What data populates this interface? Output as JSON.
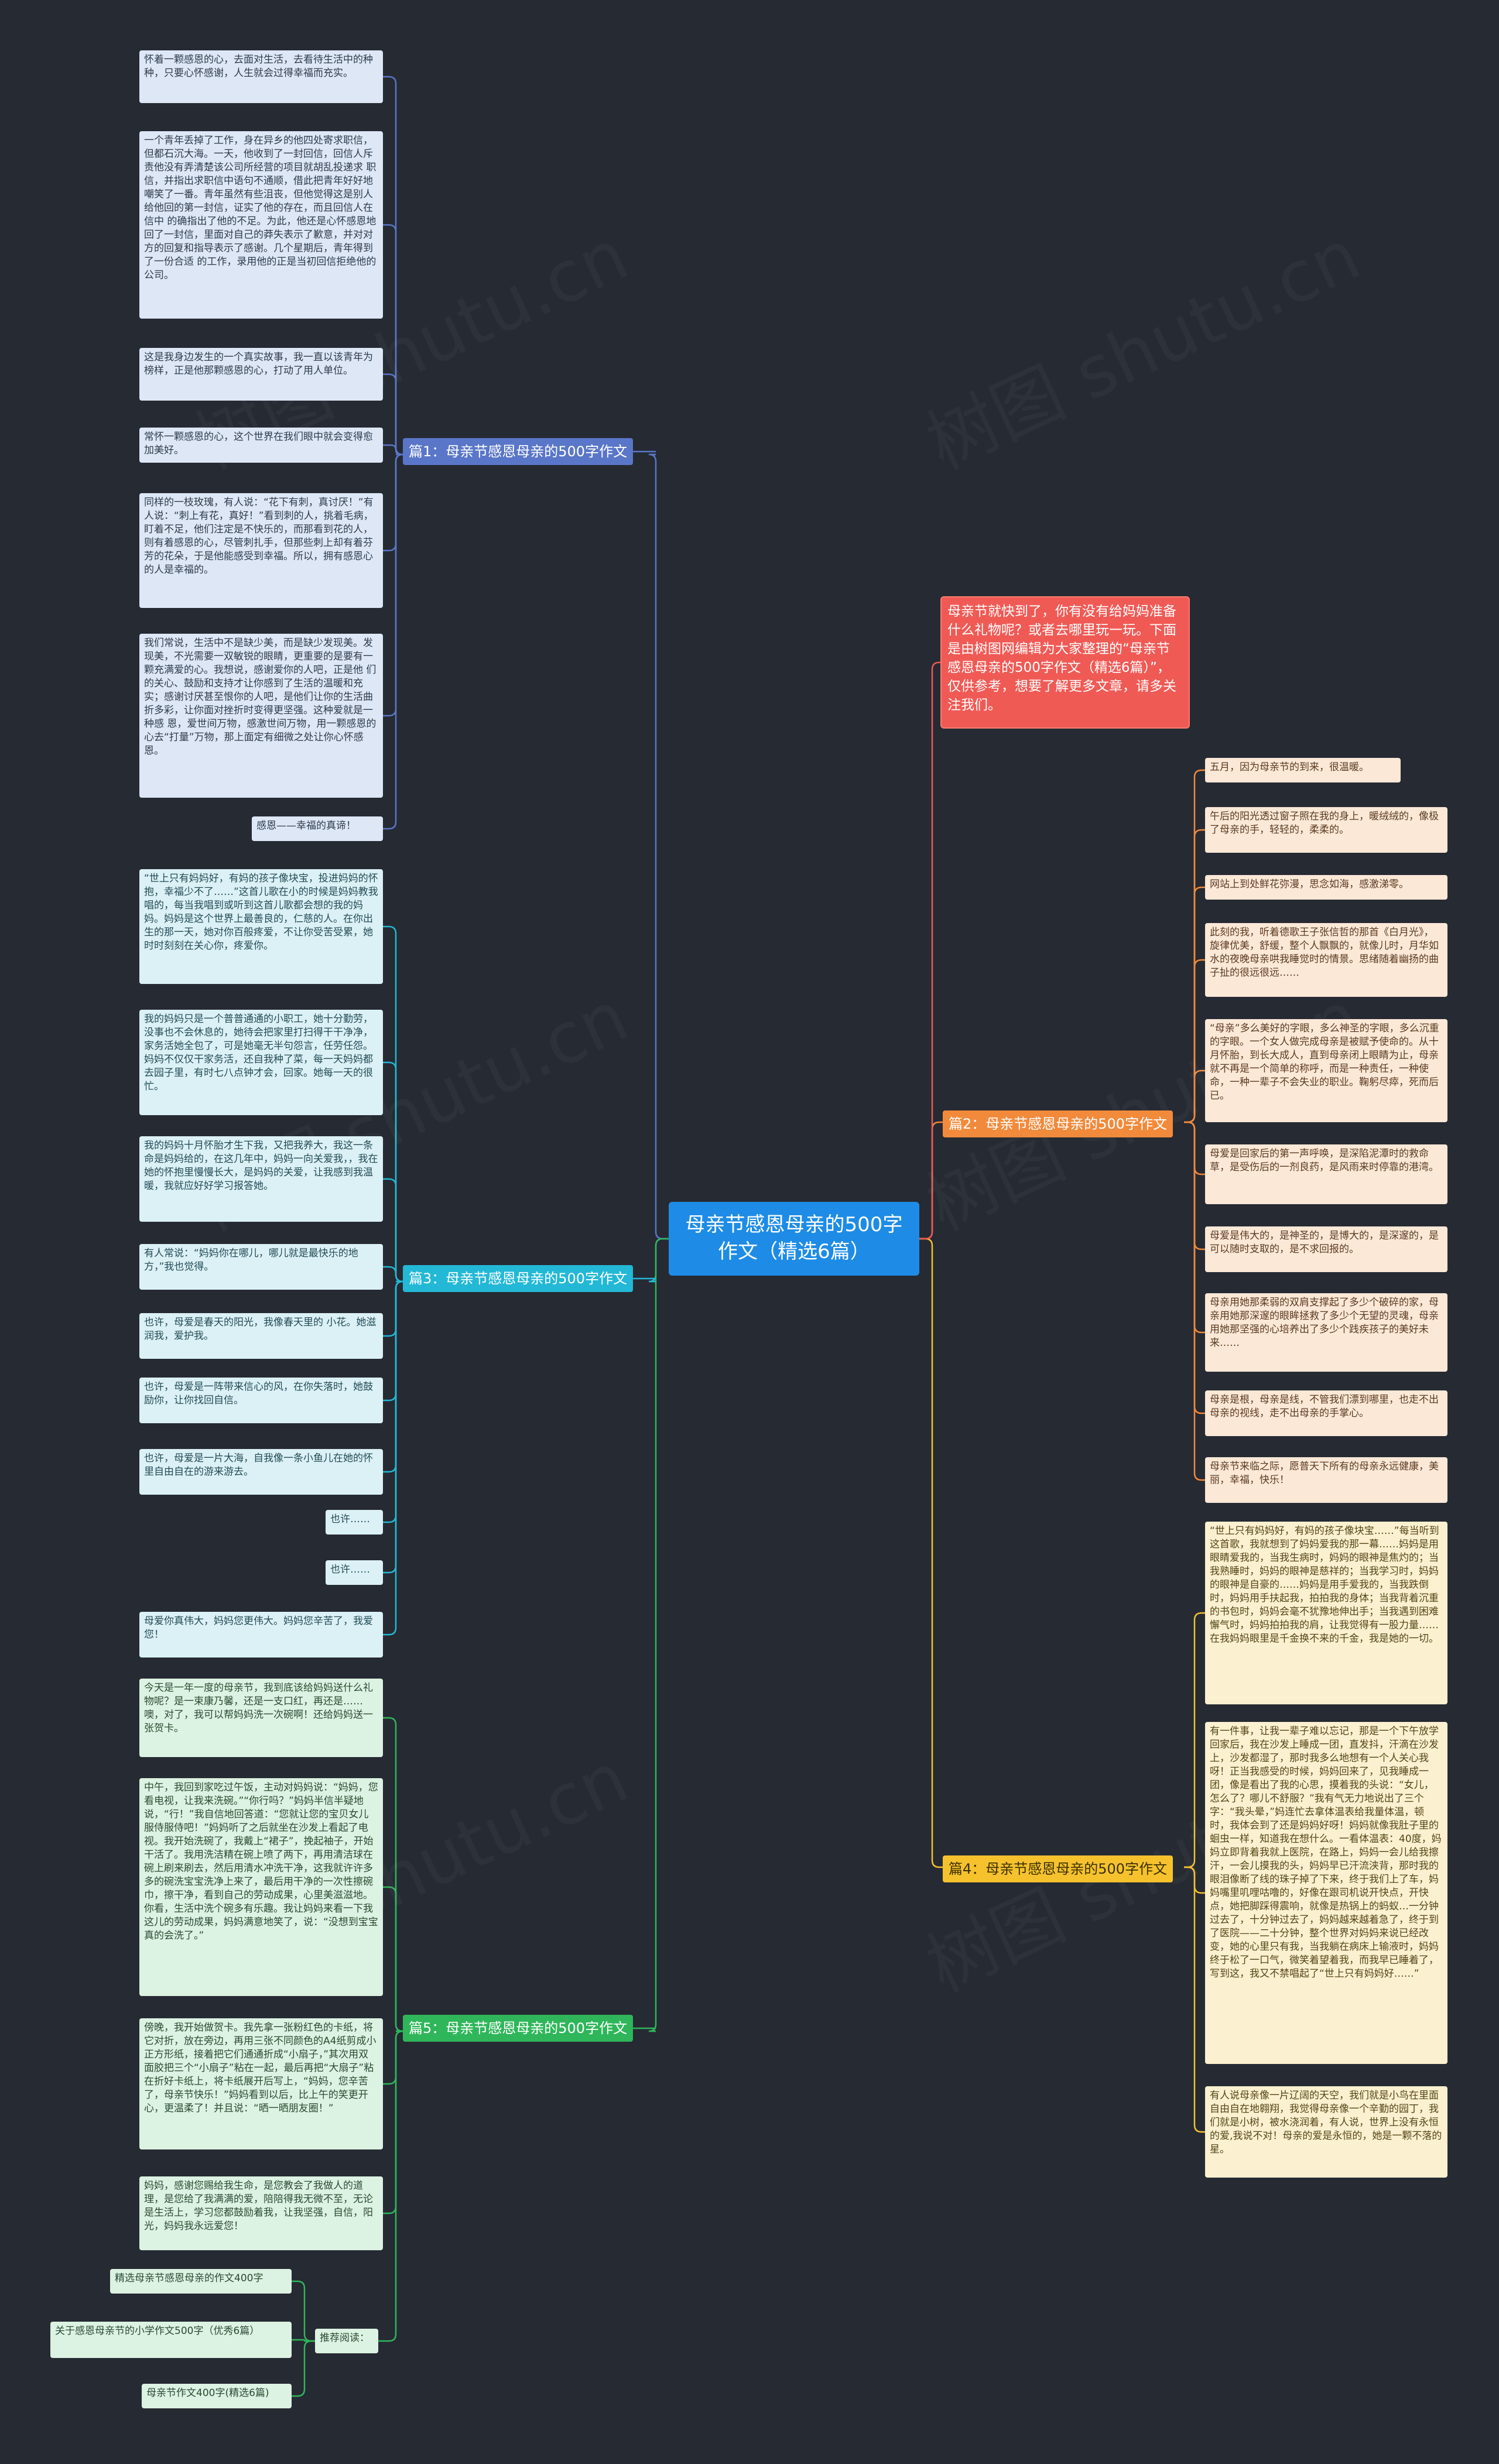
{
  "center": {
    "title": "母亲节感恩母亲的500字作文（精选6篇）"
  },
  "intro": {
    "text": "母亲节就快到了，你有没有给妈妈准备什么礼物呢？或者去哪里玩一玩。下面是由树图网编辑为大家整理的“母亲节感恩母亲的500字作文（精选6篇）”，仅供参考，想要了解更多文章，请多关注我们。"
  },
  "colors": {
    "background": "#262a33",
    "line_blue": "#5a76c8",
    "line_cyan": "#23b8d6",
    "line_green": "#2fb65a",
    "line_orange": "#f28a3b",
    "line_yellow": "#f5c22e",
    "intro": "#f05a55",
    "center": "#1e8ce6"
  },
  "branches": {
    "b1": {
      "label": "篇1：母亲节感恩母亲的500字作文",
      "leaves": [
        "怀着一颗感恩的心，去面对生活，去看待生活中的种种，只要心怀感谢，人生就会过得幸福而充实。",
        "一个青年丢掉了工作，身在异乡的他四处寄求职信，但都石沉大海。一天，他收到了一封回信，回信人斥责他没有弄清楚该公司所经营的项目就胡乱投递求 职信，并指出求职信中语句不通顺，借此把青年好好地嘲笑了一番。青年虽然有些沮丧，但他觉得这是别人给他回的第一封信，证实了他的存在，而且回信人在信中 的确指出了他的不足。为此，他还是心怀感恩地回了一封信，里面对自己的莽失表示了歉意，并对对方的回复和指导表示了感谢。几个星期后，青年得到了一份合适 的工作，录用他的正是当初回信拒绝他的公司。",
        "这是我身边发生的一个真实故事，我一直以该青年为榜样，正是他那颗感恩的心，打动了用人单位。",
        "常怀一颗感恩的心，这个世界在我们眼中就会变得愈加美好。",
        "同样的一枝玫瑰，有人说：“花下有刺，真讨厌！”有人说：“刺上有花，真好！”看到刺的人，挑着毛病，盯着不足，他们注定是不快乐的，而那看到花的人，则有着感恩的心，尽管刺扎手，但那些刺上却有着芬芳的花朵，于是他能感受到幸福。所以，拥有感恩心的人是幸福的。",
        "我们常说，生活中不是缺少美，而是缺少发现美。发现美，不光需要一双敏锐的眼睛，更重要的是要有一颗充满爱的心。我想说，感谢爱你的人吧，正是他 们的关心、鼓励和支持才让你感到了生活的温暖和充实；感谢讨厌甚至恨你的人吧，是他们让你的生活曲折多彩，让你面对挫折时变得更坚强。这种爱就是一种感 恩，爱世间万物，感激世间万物，用一颗感恩的心去“打量”万物，那上面定有细微之处让你心怀感恩。",
        "感恩——幸福的真谛！"
      ]
    },
    "b2": {
      "label": "篇2：母亲节感恩母亲的500字作文",
      "leaves": [
        "五月，因为母亲节的到来，很温暖。",
        "午后的阳光透过窗子照在我的身上，暖绒绒的，像极了母亲的手，轻轻的，柔柔的。",
        "网站上到处鲜花弥漫，思念如海，感激涕零。",
        "此刻的我，听着德歌王子张信哲的那首《白月光》，旋律优美，舒缓，整个人飘飘的，就像儿时，月华如水的夜晚母亲哄我睡觉时的情景。思绪随着幽扬的曲子扯的很远很远……",
        "“母亲”多么美好的字眼，多么神圣的字眼，多么沉重的字眼。一个女人做完成母亲是被赋予使命的。从十月怀胎，到长大成人，直到母亲闭上眼睛为止，母亲就不再是一个简单的称呼，而是一种责任，一种使命，一种一辈子不会失业的职业。鞠躬尽瘁，死而后已。",
        "母爱是回家后的第一声呼唤，是深陷泥潭时的救命草，是受伤后的一剂良药，是风雨来时停靠的港湾。",
        "母爱是伟大的，是神圣的，是博大的，是深邃的，是可以随时支取的，是不求回报的。",
        "母亲用她那柔弱的双肩支撑起了多少个破碎的家，母亲用她那深邃的眼眸拯救了多少个无望的灵魂，母亲用她那坚强的心培养出了多少个践疾孩子的美好未来……",
        "母亲是根，母亲是线，不管我们漂到哪里，也走不出母亲的视线，走不出母亲的手掌心。",
        "母亲节来临之际，愿普天下所有的母亲永远健康，美丽，幸福，快乐！"
      ]
    },
    "b3": {
      "label": "篇3：母亲节感恩母亲的500字作文",
      "leaves": [
        "“世上只有妈妈好，有妈的孩子像块宝，投进妈妈的怀抱，幸福少不了……”这首儿歌在小的时候是妈妈教我唱的，每当我唱到或听到这首儿歌都会想的我的妈妈。妈妈是这个世界上最善良的，仁慈的人。在你出生的那一天，她对你百般疼爱，不让你受苦受累，她时时刻刻在关心你，疼爱你。",
        "我的妈妈只是一个普普通通的小职工，她十分勤劳，没事也不会休息的，她待会把家里打扫得干干净净，家务活她全包了，可是她毫无半句怨言，任劳任怨。妈妈不仅仅干家务活，还自我种了菜，每一天妈妈都去园子里，有时七八点钟才会，回家。她每一天的很忙。",
        "我的妈妈十月怀胎才生下我，又把我养大，我这一条命是妈妈给的，在这几年中，妈妈一向关爱我，，我在她的怀抱里慢慢长大，是妈妈的关爱，让我感到我温暖，我就应好好学习报答她。",
        "有人常说：“妈妈你在哪儿，哪儿就是最快乐的地方，”我也觉得。",
        "也许，母爱是春天的阳光，我像春天里的 小花。她滋润我，爱护我。",
        "也许，母爱是一阵带来信心的风，在你失落时，她鼓励你，让你找回自信。",
        "也许，母爱是一片大海，自我像一条小鱼儿在她的怀里自由自在的游来游去。",
        "也许……",
        "也许……",
        "母爱你真伟大，妈妈您更伟大。妈妈您辛苦了，我爱您！"
      ]
    },
    "b4": {
      "label": "篇4：母亲节感恩母亲的500字作文",
      "leaves": [
        "“世上只有妈妈好，有妈的孩子像块宝……”每当听到这首歌，我就想到了妈妈爱我的那一幕……妈妈是用眼睛爱我的，当我生病时，妈妈的眼神是焦灼的；当我熟睡时，妈妈的眼神是慈祥的；当我学习时，妈妈的眼神是自豪的……妈妈是用手爱我的，当我跌倒时，妈妈用手扶起我，拍拍我的身体；当我背着沉重的书包时，妈妈会毫不犹豫地伸出手；当我遇到困难懈气时，妈妈拍拍我的肩，让我觉得有一股力量……在我妈妈眼里是千金换不来的千金，我是她的一切。",
        "有一件事，让我一辈子难以忘记，那是一个下午放学回家后，我在沙发上睡成一团，直发抖，汗滴在沙发上，沙发都湿了，那时我多么地想有一个人关心我呀！正当我感受的时候，妈妈回来了，见我睡成一团，像是看出了我的心思，摸着我的头说：“女儿，怎么了？哪儿不舒服？”我有气无力地说出了三个字：“我头晕，”妈连忙去拿体温表给我量体温，顿时，我体会到了还是妈妈好呀！妈妈就像我肚子里的蛔虫一样，知道我在想什么。一看体温表：40度，妈妈立即背着我就上医院，在路上，妈妈一会儿给我擦汗，一会儿摸我的头，妈妈早已汗流浃背，那时我的眼泪像断了线的珠子掉了下来，终于我们上了车，妈妈嘴里叽哩咕噜的，好像在跟司机说开快点，开快点，她把脚踩得震响，就像是热锅上的蚂蚁…一分钟过去了，十分钟过去了，妈妈越来越着急了，终于到了医院——二十分钟，整个世界对妈妈来说已经改变，她的心里只有我，当我躺在病床上输液时，妈妈终于松了一口气，微笑着望着我，而我早已睡着了，写到这，我又不禁唱起了“世上只有妈妈好……”",
        "有人说母亲像一片辽阔的天空，我们就是小鸟在里面自由自在地翱翔，我觉得母亲像一个辛勤的园丁，我们就是小树，被水浇润着，有人说，世界上没有永恒的爱,我说不对！母亲的爱是永恒的，她是一颗不落的星。"
      ]
    },
    "b5": {
      "label": "篇5：母亲节感恩母亲的500字作文",
      "leaves": [
        "今天是一年一度的母亲节，我到底该给妈妈送什么礼物呢？是一束康乃馨，还是一支口红，再还是……噢，对了，我可以帮妈妈洗一次碗啊！还给妈妈送一张贺卡。",
        "中午，我回到家吃过午饭，主动对妈妈说：“妈妈，您看电视，让我来洗碗。”“你行吗？”妈妈半信半疑地说，“行！”我自信地回答道：“您就让您的宝贝女儿服侍服侍吧！”妈妈听了之后就坐在沙发上看起了电视。我开始洗碗了，我戴上“裙子”，挽起袖子，开始干活了。我用洗洁精在碗上喷了两下，再用清洁球在碗上刷来刷去，然后用清水冲洗干净，这我就许许多多的碗洗宝宝洗净上来了，最后用干净的一次性擦碗巾，擦干净，看到自己的劳动成果，心里美滋滋地。你看，生活中洗个碗多有乐趣。我让妈妈来看一下我这儿的劳动成果，妈妈满意地笑了，说：“没想到宝宝真的会洗了。”",
        "傍晚，我开始做贺卡。我先拿一张粉红色的卡纸，将它对折，放在旁边，再用三张不同颜色的A4纸剪成小正方形纸，接着把它们通通折成“小扇子，”其次用双面胶把三个“小扇子”粘在一起，最后再把“大扇子”粘在折好卡纸上，将卡纸展开后写上，“妈妈，您辛苦了，母亲节快乐！”妈妈看到以后，比上午的笑更开心，更温柔了！并且说：“晒一晒朋友圈！”",
        "妈妈，感谢您赐给我生命，是您教会了我做人的道理，是您给了我满满的爱，陪陪得我无微不至，无论是生活上，学习您都鼓励着我，让我坚强，自信，阳光，妈妈我永远爱您！"
      ]
    },
    "rec": {
      "label": "推荐阅读：",
      "items": [
        "精选母亲节感恩母亲的作文400字",
        "关于感恩母亲节的小学作文500字（优秀6篇）",
        "母亲节作文400字(精选6篇)"
      ]
    }
  },
  "watermark": "树图 shutu.cn"
}
